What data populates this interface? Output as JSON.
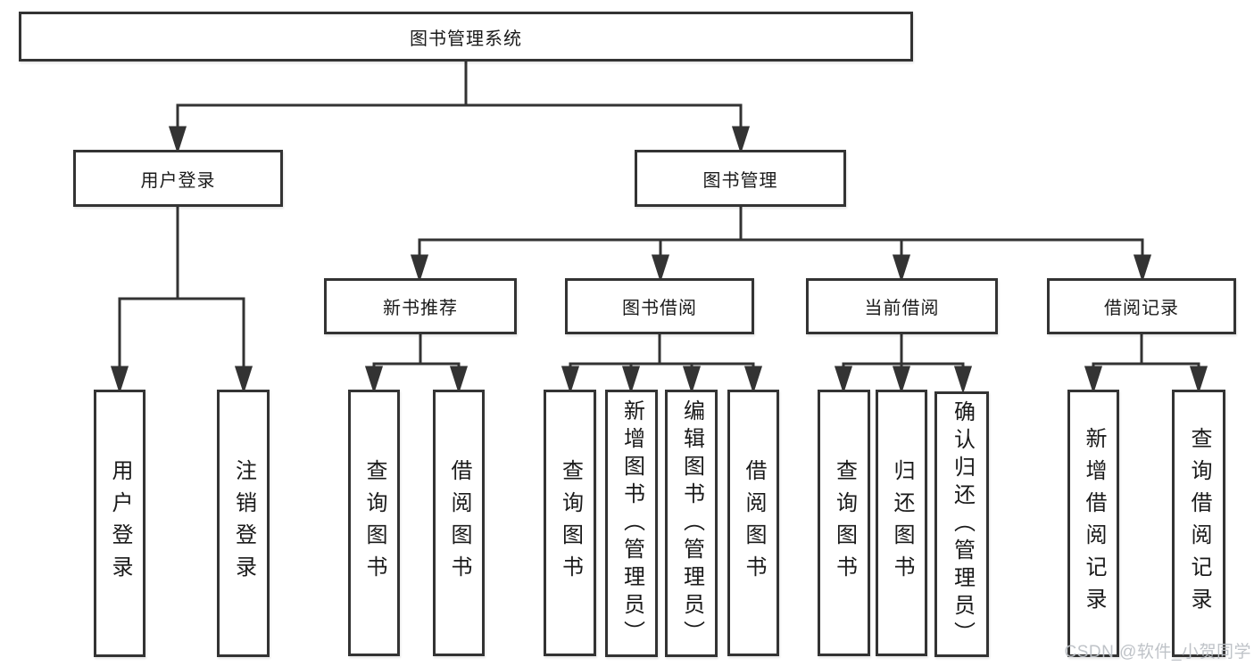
{
  "diagram_title": "图书管理系统",
  "watermark": "CSDN @软件_小贺同学",
  "colors": {
    "line": "#333333",
    "box_border": "#333333",
    "text": "#1a1a1a",
    "background": "#ffffff",
    "watermark": "#bcc0c5"
  },
  "tree": {
    "root": {
      "label": "图书管理系统"
    },
    "branches": [
      {
        "label": "用户登录",
        "children": [
          {
            "label": "用户登录"
          },
          {
            "label": "注销登录"
          }
        ]
      },
      {
        "label": "图书管理",
        "children": [
          {
            "label": "新书推荐",
            "children": [
              {
                "label": "查询图书"
              },
              {
                "label": "借阅图书"
              }
            ]
          },
          {
            "label": "图书借阅",
            "children": [
              {
                "label": "查询图书"
              },
              {
                "label": "新增图书（管理员）"
              },
              {
                "label": "编辑图书（管理员）"
              },
              {
                "label": "借阅图书"
              }
            ]
          },
          {
            "label": "当前借阅",
            "children": [
              {
                "label": "查询图书"
              },
              {
                "label": "归还图书"
              },
              {
                "label": "确认归还（管理员）"
              }
            ]
          },
          {
            "label": "借阅记录",
            "children": [
              {
                "label": "新增借阅记录"
              },
              {
                "label": "查询借阅记录"
              }
            ]
          }
        ]
      }
    ]
  }
}
